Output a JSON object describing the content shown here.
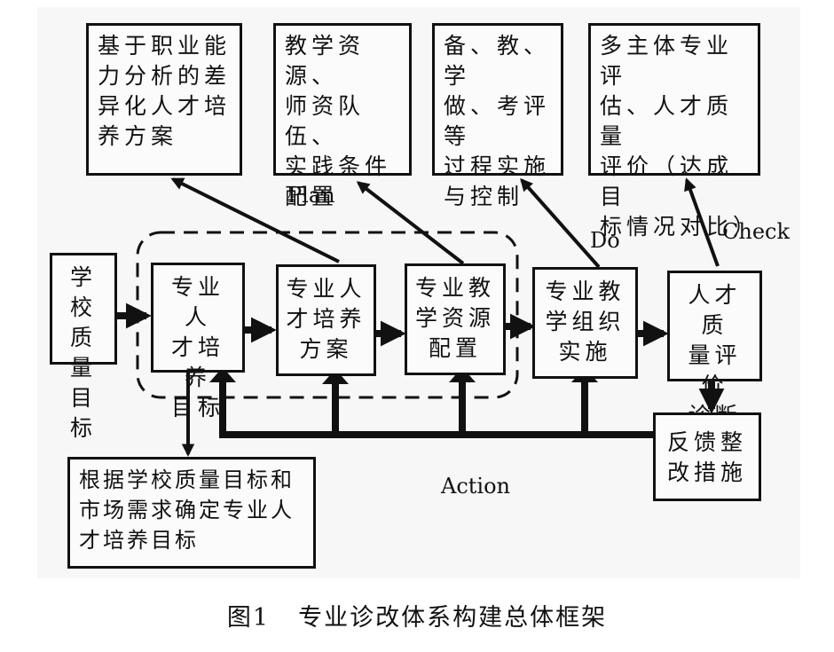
{
  "top_boxes": {
    "plan_scheme": "基于职业能\n力分析的差\n异化人才培\n养方案",
    "resources": "教学资源、\n师资队伍、\n实践条件\n配置",
    "implementation": "备、教、学\n做、考评等\n过程实施\n与控制",
    "evaluation": "多主体专业评\n估、人才质量\n评价（达成目\n标情况对比）"
  },
  "flow": {
    "school_goal": "学校\n质量\n目标",
    "talent_goal": "专业人\n才培养\n目标",
    "training_plan": "专业人\n才培养\n方案",
    "resource_config": "专业教\n学资源\n配置",
    "teaching_org": "专业教\n学组织\n实施",
    "quality_diagnosis": "人才质\n量评价\n诊断",
    "feedback": "反馈整\n改措施",
    "goal_basis": "根据学校质量目标和\n市场需求确定专业人\n才培养目标"
  },
  "labels": {
    "plan": "Plan",
    "do": "Do",
    "check": "Check",
    "action": "Action"
  },
  "caption": {
    "number": "图1",
    "title": "专业诊改体系构建总体框架"
  }
}
